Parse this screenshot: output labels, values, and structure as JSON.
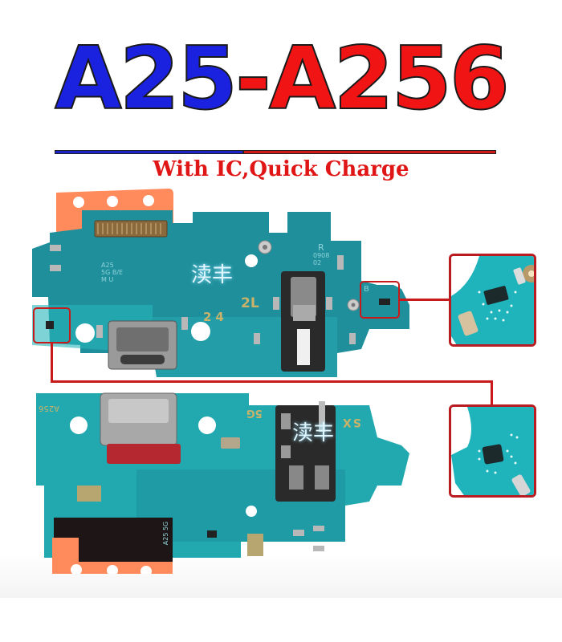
{
  "header": {
    "title_part1": "A25",
    "title_dash": "-",
    "title_part2": "A256",
    "subtitle": "With IC,Quick Charge"
  },
  "colors": {
    "title_blue": "#1a22e0",
    "title_red": "#f01414",
    "subtitle_red": "#e01616",
    "callout_red": "#c81a1a",
    "pcb_teal": "#1aa3a8",
    "pcb_dark_teal": "#1f8d9a",
    "tab_orange": "#ff8a5c"
  },
  "boards": {
    "top": {
      "watermark": "渎丰",
      "silk_2l": "2L",
      "silk_24": "24",
      "silk_r": "R",
      "silk_code": "0908 02",
      "silk_model": "A25 5G B/E M U",
      "silk_b": "B"
    },
    "bottom": {
      "watermark": "渎丰",
      "silk_5g": "5G",
      "silk_sx": "SX",
      "silk_model": "A256",
      "silk_a25": "A25 5G"
    }
  },
  "callouts": [
    {
      "name": "top-right-ic-detail"
    },
    {
      "name": "bottom-right-ic-detail"
    }
  ]
}
